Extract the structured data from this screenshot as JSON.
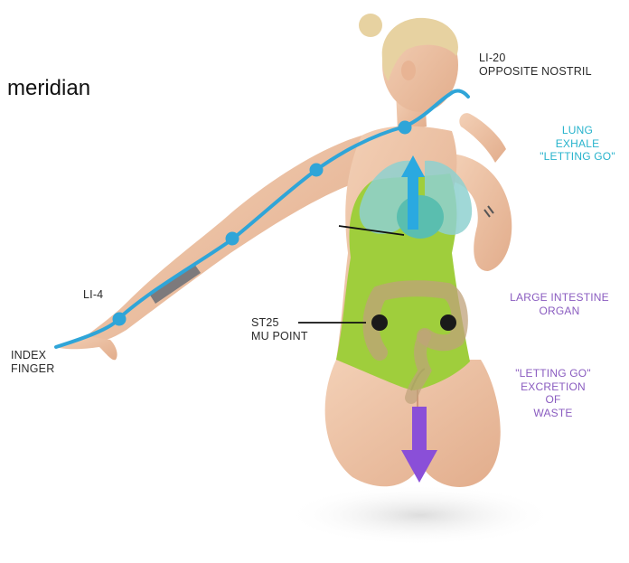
{
  "title": "meridian",
  "labels": {
    "li20": [
      "LI-20",
      "OPPOSITE NOSTRIL"
    ],
    "lung": [
      "LUNG",
      "EXHALE",
      "\"LETTING GO\""
    ],
    "large_intestine": [
      "LARGE INTESTINE",
      "ORGAN"
    ],
    "letting_go": [
      "\"LETTING GO\"",
      "EXCRETION",
      "OF",
      "WASTE"
    ],
    "st25": [
      "ST25",
      "MU POINT"
    ],
    "li4": "LI-4",
    "index_finger": [
      "INDEX",
      "FINGER"
    ]
  },
  "colors": {
    "meridian_line": "#2fa5d8",
    "lung_text": "#27b3cc",
    "intestine_text": "#8a5cc0",
    "swimsuit": "#9fce3c",
    "skin": "#ecc2a5",
    "hair": "#e7d2a1",
    "up_arrow": "#2aa9e0",
    "down_arrow": "#8a4fd8",
    "mu_point": "#1a1a1a"
  },
  "icons": {
    "up_arrow": "arrow-up-icon",
    "down_arrow": "arrow-down-icon"
  }
}
